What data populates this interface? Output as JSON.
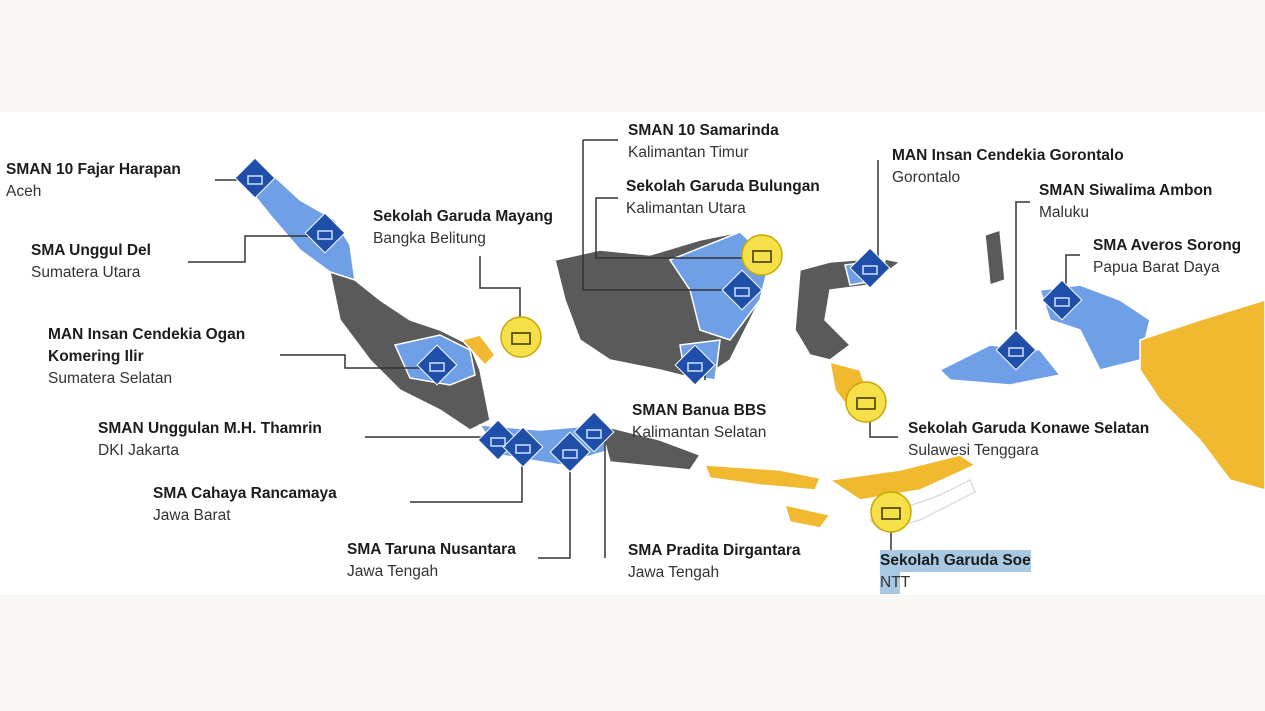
{
  "colors": {
    "highlight_region": "#6f9fe6",
    "other_region": "#5a5a5a",
    "garuda_region": "#f0b92f",
    "marker_blue": "#1f4fa8",
    "marker_yellow": "#f5e04a"
  },
  "schools": [
    {
      "name": "SMAN 10 Fajar Harapan",
      "province": "Aceh",
      "marker": "blue"
    },
    {
      "name": "SMA Unggul Del",
      "province": "Sumatera Utara",
      "marker": "blue"
    },
    {
      "name": "MAN Insan Cendekia Ogan Komering Ilir",
      "province": "Sumatera Selatan",
      "marker": "blue"
    },
    {
      "name": "SMAN Unggulan M.H. Thamrin",
      "province": "DKI Jakarta",
      "marker": "blue"
    },
    {
      "name": "SMA Cahaya Rancamaya",
      "province": "Jawa Barat",
      "marker": "blue"
    },
    {
      "name": "SMA Taruna Nusantara",
      "province": "Jawa Tengah",
      "marker": "blue"
    },
    {
      "name": "SMA Pradita Dirgantara",
      "province": "Jawa Tengah",
      "marker": "blue"
    },
    {
      "name": "Sekolah Garuda Mayang",
      "province": "Bangka Belitung",
      "marker": "yellow"
    },
    {
      "name": "SMAN 10 Samarinda",
      "province": "Kalimantan Timur",
      "marker": "blue"
    },
    {
      "name": "Sekolah Garuda Bulungan",
      "province": "Kalimantan Utara",
      "marker": "yellow"
    },
    {
      "name": "SMAN Banua BBS",
      "province": "Kalimantan Selatan",
      "marker": "blue"
    },
    {
      "name": "MAN Insan Cendekia Gorontalo",
      "province": "Gorontalo",
      "marker": "blue"
    },
    {
      "name": "SMAN Siwalima Ambon",
      "province": "Maluku",
      "marker": "blue"
    },
    {
      "name": "SMA Averos Sorong",
      "province": "Papua Barat Daya",
      "marker": "blue"
    },
    {
      "name": "Sekolah Garuda Konawe Selatan",
      "province": "Sulawesi Tenggara",
      "marker": "yellow"
    },
    {
      "name": "Sekolah Garuda Soe",
      "province": "NTT",
      "marker": "yellow"
    }
  ]
}
